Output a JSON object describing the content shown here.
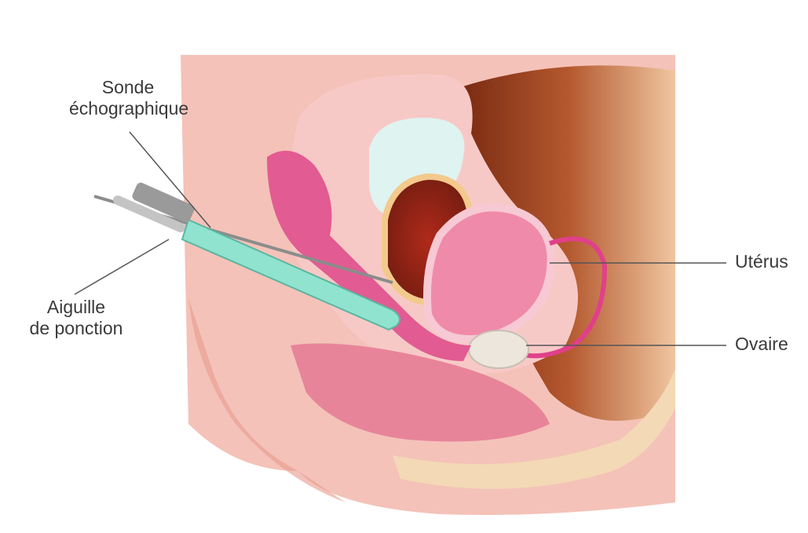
{
  "labels": {
    "probe_line1": "Sonde",
    "probe_line2": "échographique",
    "needle_line1": "Aiguille",
    "needle_line2": "de ponction",
    "uterus": "Utérus",
    "ovary": "Ovaire"
  },
  "colors": {
    "background": "#ffffff",
    "skin": "#f4c2b8",
    "skin_dark": "#e89a8c",
    "tissue_pink": "#f0a8b8",
    "magenta": "#e0408a",
    "cavity_brown": "#a04a2a",
    "bone": "#f3d9b5",
    "bladder": "#dff3f0",
    "probe": "#8fe3cf",
    "ovary": "#ece6dc"
  }
}
